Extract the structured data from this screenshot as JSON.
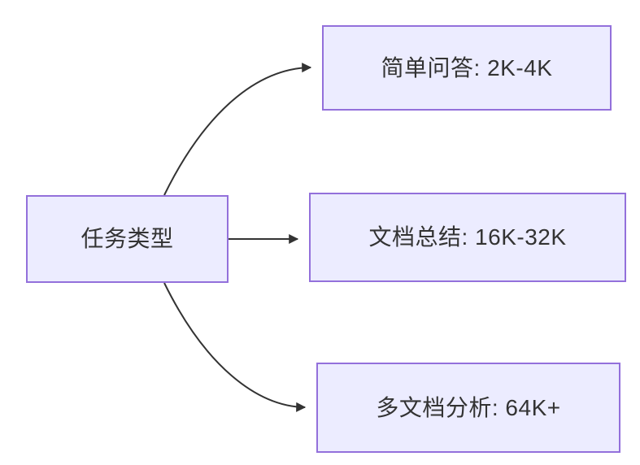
{
  "diagram": {
    "type": "flowchart",
    "direction": "LR",
    "root": {
      "id": "task-type",
      "label": "任务类型"
    },
    "branches": [
      {
        "id": "simple-qa",
        "label": "简单问答: 2K-4K"
      },
      {
        "id": "doc-summary",
        "label": "文档总结: 16K-32K"
      },
      {
        "id": "multi-doc-analysis",
        "label": "多文档分析: 64K+"
      }
    ],
    "edges": [
      {
        "from": "任务类型",
        "to": "简单问答: 2K-4K",
        "style": "curved"
      },
      {
        "from": "任务类型",
        "to": "文档总结: 16K-32K",
        "style": "straight"
      },
      {
        "from": "任务类型",
        "to": "多文档分析: 64K+",
        "style": "curved"
      }
    ],
    "colors": {
      "node_fill": "#ECECFF",
      "node_border": "#9370DB",
      "edge_stroke": "#333333",
      "text": "#333333",
      "background": "#FFFFFF"
    }
  }
}
